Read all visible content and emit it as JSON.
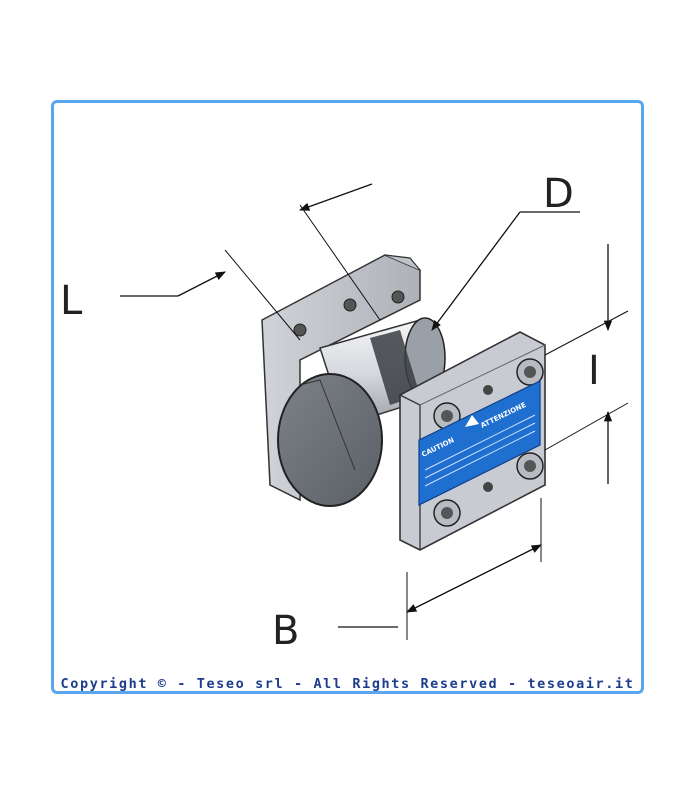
{
  "diagram": {
    "subject": "flexible joint for pneumatic aluminium profile",
    "dimension_labels": {
      "L": "L",
      "D": "D",
      "I": "I",
      "B": "B"
    },
    "warning_plate": {
      "caution": "CAUTION",
      "attenzione": "ATTENZIONE"
    },
    "colors": {
      "frame": "#5aa6ee",
      "plate": "#1f6fd1",
      "metal": "#c9cdd3",
      "text": "#1e3d8a"
    }
  },
  "footer": {
    "copyright": "Copyright © - Teseo srl - All Rights Reserved - teseoair.it"
  }
}
